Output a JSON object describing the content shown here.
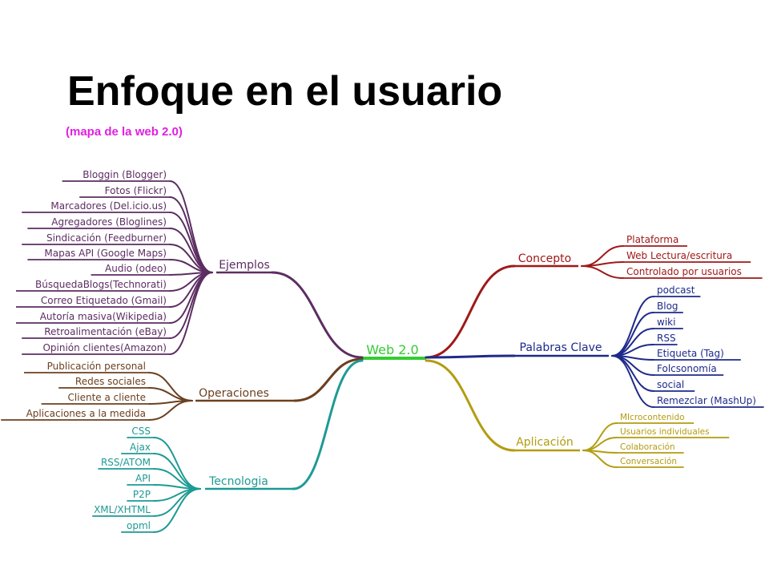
{
  "slide": {
    "title": "Enfoque en el usuario",
    "subtitle": "(mapa de la web 2.0)",
    "subtitle_color": "#e020e0"
  },
  "mindmap": {
    "center": {
      "label": "Web 2.0",
      "color": "#33cc33"
    },
    "branches": {
      "ejemplos": {
        "label": "Ejemplos",
        "color": "#5c2d62",
        "items": [
          "Bloggin (Blogger)",
          "Fotos (Flickr)",
          "Marcadores (Del.icio.us)",
          "Agregadores (Bloglines)",
          "Sindicación (Feedburner)",
          "Mapas API (Google Maps)",
          "Audio (odeo)",
          "BúsquedaBlogs(Technorati)",
          "Correo Etiquetado (Gmail)",
          "Autoría masiva(Wikipedia)",
          "Retroalimentación (eBay)",
          "Opinión clientes(Amazon)"
        ]
      },
      "operaciones": {
        "label": "Operaciones",
        "color": "#6b4020",
        "items": [
          "Publicación personal",
          "Redes sociales",
          "Cliente a cliente",
          "Aplicaciones a la medida"
        ]
      },
      "tecnologia": {
        "label": "Tecnologia",
        "color": "#1e9a94",
        "items": [
          "CSS",
          "Ajax",
          "RSS/ATOM",
          "API",
          "P2P",
          "XML/XHTML",
          "opml"
        ]
      },
      "concepto": {
        "label": "Concepto",
        "color": "#a01818",
        "items": [
          "Plataforma",
          "Web Lectura/escritura",
          "Controlado por usuarios"
        ]
      },
      "palabras": {
        "label": "Palabras Clave",
        "color": "#1e2a8a",
        "items": [
          "podcast",
          "Blog",
          "wiki",
          "RSS",
          "Etiqueta (Tag)",
          "Folcsonomía",
          "social",
          "Remezclar (MashUp)"
        ]
      },
      "aplicacion": {
        "label": "Aplicación",
        "color": "#b39c10",
        "items": [
          "MIcrocontenido",
          "Usuarios individuales",
          "Colaboración",
          "Conversación"
        ]
      }
    }
  }
}
